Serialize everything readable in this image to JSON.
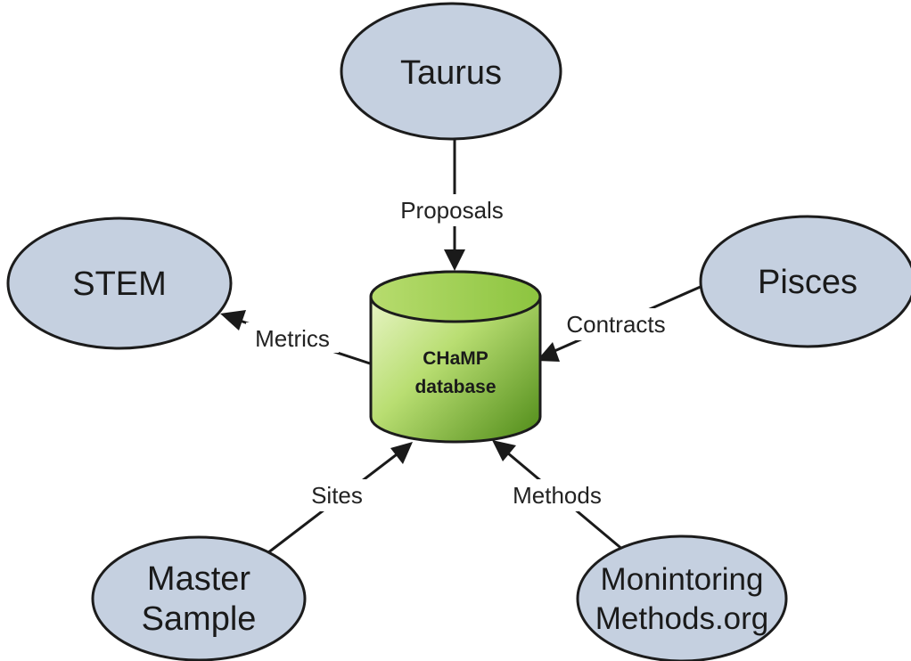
{
  "nodes": {
    "taurus": {
      "label": "Taurus"
    },
    "stem": {
      "label": "STEM"
    },
    "pisces": {
      "label": "Pisces"
    },
    "master_sample": {
      "line1": "Master",
      "line2": "Sample"
    },
    "monitoring": {
      "line1": "Monintoring",
      "line2": "Methods.org"
    }
  },
  "database": {
    "line1": "CHaMP",
    "line2": "database"
  },
  "edges": {
    "proposals": "Proposals",
    "metrics": "Metrics",
    "contracts": "Contracts",
    "sites": "Sites",
    "methods": "Methods"
  },
  "colors": {
    "ellipse_fill": "#c5d0e0",
    "db_light": "#ecf7c9",
    "db_mid": "#a6d35d",
    "db_dark": "#4f8a18",
    "stroke": "#1c1c1c"
  }
}
